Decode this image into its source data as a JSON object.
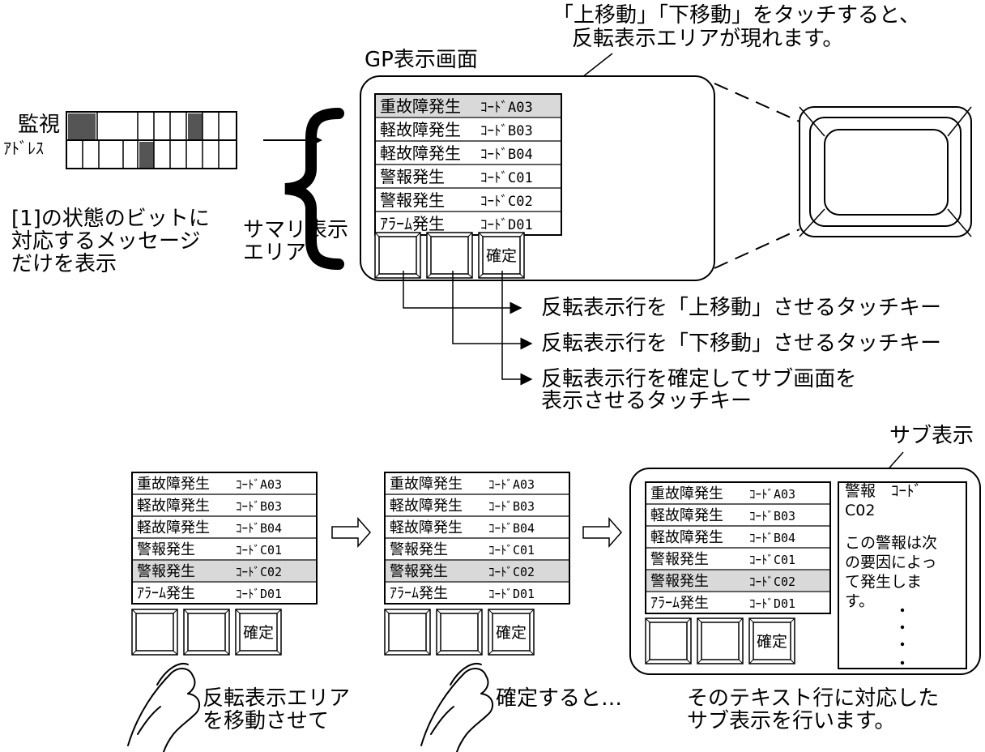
{
  "top_note": [
    "「上移動」「下移動」をタッチすると、",
    "反転表示エリアが現れます。"
  ],
  "gp_screen_label": "GP表示画面",
  "monitor_label": [
    "監視",
    "ｱﾄﾞﾚｽ"
  ],
  "bit_note": [
    "[1]の状態のビットに",
    "対応するメッセージ",
    "だけを表示"
  ],
  "summary_area_label": [
    "サマリ表示",
    "エリア"
  ],
  "messages": [
    {
      "name": "重故障発生",
      "code": "ｺｰﾄﾞA03"
    },
    {
      "name": "軽故障発生",
      "code": "ｺｰﾄﾞB03"
    },
    {
      "name": "軽故障発生",
      "code": "ｺｰﾄﾞB04"
    },
    {
      "name": "警報発生",
      "code": "ｺｰﾄﾞC01"
    },
    {
      "name": "警報発生",
      "code": "ｺｰﾄﾞC02"
    },
    {
      "name": "ｱﾗｰﾑ発生",
      "code": "ｺｰﾄﾞD01"
    }
  ],
  "confirm_key": "確定",
  "key_notes": [
    "反転表示行を「上移動」させるタッチキー",
    "反転表示行を「下移動」させるタッチキー",
    [
      "反転表示行を確定してサブ画面を",
      "表示させるタッチキー"
    ]
  ],
  "sub_display_label": "サブ表示",
  "sub_text": [
    "警報　ｺｰﾄﾞ",
    "C02",
    "この警報は次",
    "の要因によっ",
    "て発生しま",
    "す。"
  ],
  "step_captions": [
    [
      "反転表示エリア",
      "を移動させて"
    ],
    [
      "確定すると…"
    ],
    [
      "そのテキスト行に対応した",
      "サブ表示を行います。"
    ]
  ],
  "highlight_rows": {
    "top_panel": 0,
    "step1": 4,
    "step2": 4,
    "step3": 4
  }
}
